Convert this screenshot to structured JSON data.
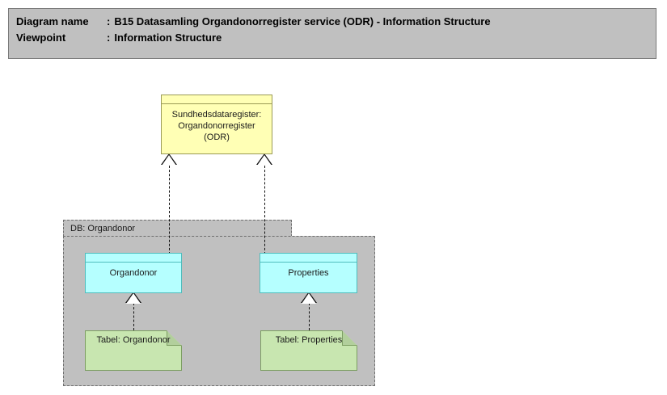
{
  "header": {
    "diagram_name_key": "Diagram name",
    "diagram_name_sep": ":",
    "diagram_name_value": "B15 Datasamling Organdonorregister service (ODR) - Information Structure",
    "viewpoint_key": "Viewpoint",
    "viewpoint_sep": ":",
    "viewpoint_value": "Information Structure"
  },
  "colors": {
    "banner_fill": "#c0c0c0",
    "banner_border": "#7a7a7a",
    "object_fill": "#ffffb5",
    "object_border": "#9a9a55",
    "package_fill": "#c0c0c0",
    "package_border": "#6e6e6e",
    "class_fill": "#b5ffff",
    "class_border": "#4fbdbd",
    "artifact_fill": "#c8e6b0",
    "artifact_border": "#7d9e63",
    "artifact_fold": "#b2cf9c",
    "relation_line": "#111111",
    "canvas": "#ffffff"
  },
  "diagram": {
    "object_node": {
      "label": "Sundhedsdataregister:\nOrgandonorregister\n(ODR)"
    },
    "package": {
      "label": "DB: Organdonor"
    },
    "class_nodes": [
      {
        "label": "Organdonor"
      },
      {
        "label": "Properties"
      }
    ],
    "artifact_nodes": [
      {
        "label": "Tabel: Organdonor"
      },
      {
        "label": "Tabel: Properties"
      }
    ],
    "relations": [
      {
        "from": "Organdonor",
        "to": "Sundhedsdataregister: Organdonorregister (ODR)",
        "type": "realization"
      },
      {
        "from": "Properties",
        "to": "Sundhedsdataregister: Organdonorregister (ODR)",
        "type": "realization"
      },
      {
        "from": "Tabel: Organdonor",
        "to": "Organdonor",
        "type": "realization"
      },
      {
        "from": "Tabel: Properties",
        "to": "Properties",
        "type": "realization"
      }
    ]
  }
}
